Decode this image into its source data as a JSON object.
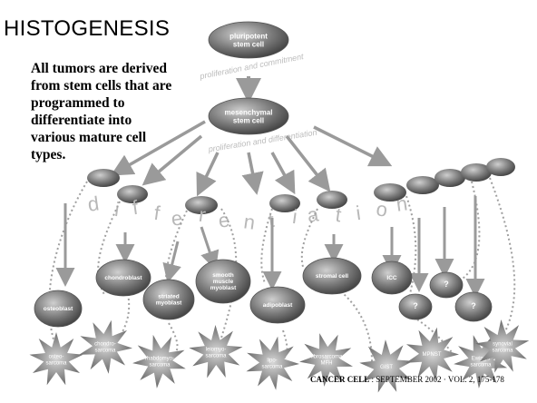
{
  "slide": {
    "title": "HISTOGENESIS",
    "intro": "All tumors are derived from stem cells that are programmed to differentiate into various mature cell types.",
    "citation_bold": "CANCER CELL",
    "citation_rest": " : SEPTEMBER 2002 · VOL. 2, 175-178"
  },
  "diagram": {
    "top_cell": "pluripotent\nstem cell",
    "arc1": "proliferation and commitment",
    "mid_cell": "mesenchymal\nstem cell",
    "arc2": "proliferation and differentiation",
    "wave_word": "differentiation",
    "mature_cells": [
      "osteoblast",
      "chondroblast",
      "striated\nmyoblast",
      "smooth\nmuscle\nmyoblast",
      "adipoblast",
      "stromal cell",
      "ICC",
      "?",
      "?",
      "?"
    ],
    "tumors": [
      "osteo-\nsarcoma",
      "chondro-\nsarcoma",
      "rhabdomyo-\nsarcoma",
      "leiomyo-\nsarcoma",
      "lipo-\nsarcoma",
      "fibrosarcoma\nMFH",
      "GIST",
      "MPNST",
      "Ewing's\nsarcoma",
      "synovial\nsarcoma"
    ]
  },
  "colors": {
    "cell": "#7c7c7c",
    "cell_dark": "#4a4a4a",
    "arrow": "#9a9a9a",
    "text_light": "#ffffff"
  }
}
